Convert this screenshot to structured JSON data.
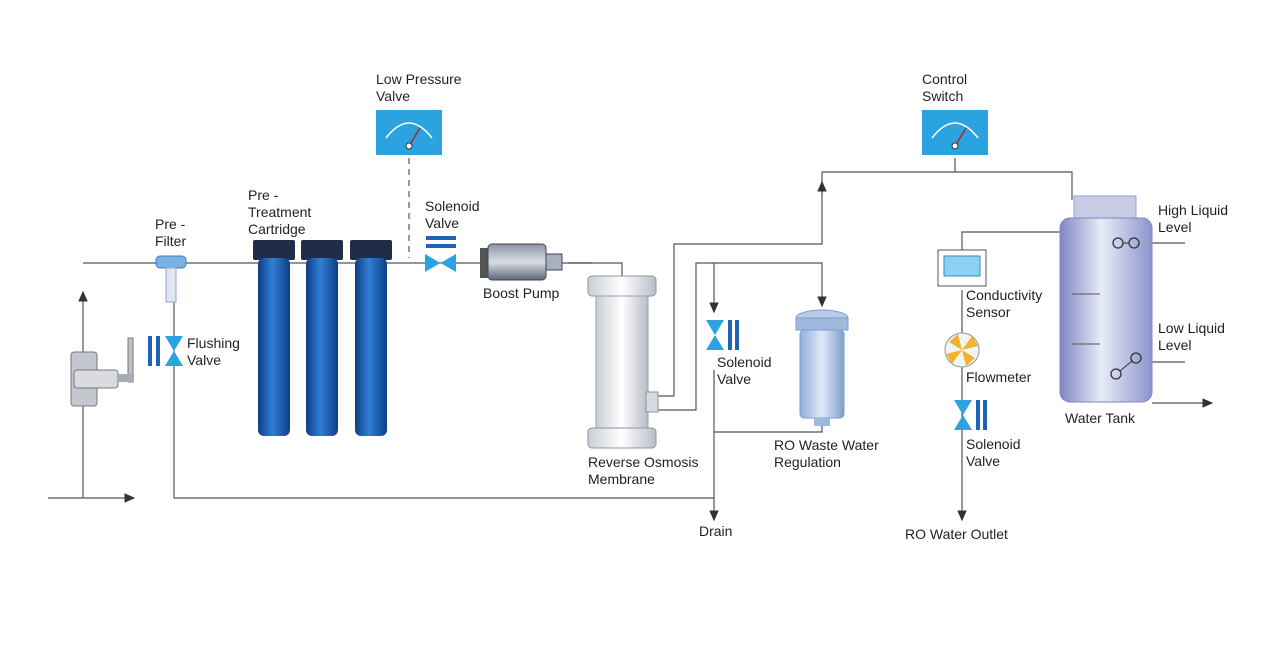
{
  "colors": {
    "pipe": "#555555",
    "gauge_bg": "#2aa3e0",
    "filter_blue": "#1f63b8",
    "valve_blue": "#2aa3e0",
    "label": "#231f20"
  },
  "labels": {
    "low_pressure_valve": [
      "Low Pressure",
      "Valve"
    ],
    "control_switch": [
      "Control",
      "Switch"
    ],
    "pre_filter": [
      "Pre -",
      "Filter"
    ],
    "pre_treatment": [
      "Pre -",
      "Treatment",
      "Cartridge"
    ],
    "solenoid_valve_top": [
      "Solenoid",
      "Valve"
    ],
    "boost_pump": [
      "Boost Pump"
    ],
    "flushing_valve": [
      "Flushing",
      "Valve"
    ],
    "conductivity_sensor": [
      "Conductivity",
      "Sensor"
    ],
    "high_liquid_level": [
      "High Liquid",
      "Level"
    ],
    "low_liquid_level": [
      "Low Liquid",
      "Level"
    ],
    "solenoid_valve_mid": [
      "Solenoid",
      "Valve"
    ],
    "flowmeter": [
      "Flowmeter"
    ],
    "water_tank": [
      "Water Tank"
    ],
    "solenoid_valve_outlet": [
      "Solenoid",
      "Valve"
    ],
    "ro_waste": [
      "RO Waste Water",
      "Regulation"
    ],
    "ro_membrane": [
      "Reverse Osmosis",
      "Membrane"
    ],
    "drain": [
      "Drain"
    ],
    "ro_outlet": [
      "RO Water Outlet"
    ]
  }
}
